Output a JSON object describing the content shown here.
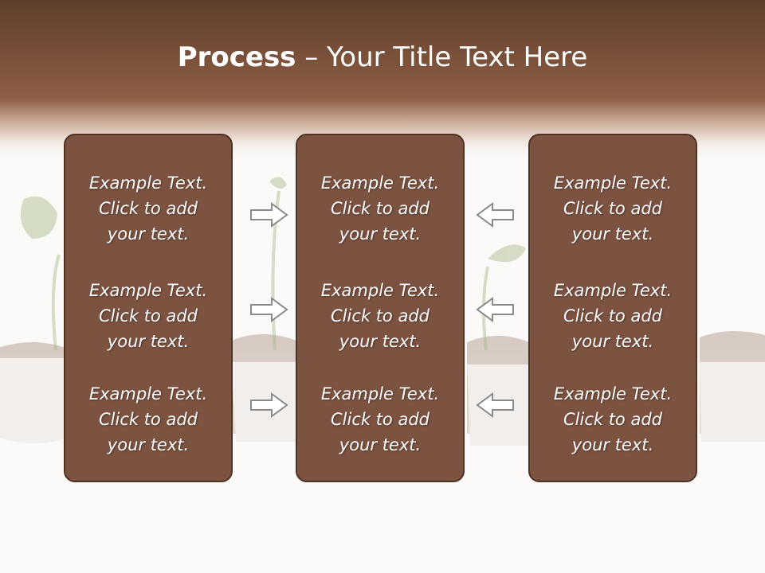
{
  "slide": {
    "title_bold": "Process",
    "title_rest": " – Your Title Text Here"
  },
  "columns": [
    {
      "blocks": [
        {
          "line1": "Example Text.",
          "line2": "Click  to add",
          "line3": "your text."
        },
        {
          "line1": "Example Text.",
          "line2": "Click  to add",
          "line3": "your text."
        },
        {
          "line1": "Example Text.",
          "line2": "Click  to add",
          "line3": "your text."
        }
      ]
    },
    {
      "blocks": [
        {
          "line1": "Example Text.",
          "line2": "Click  to add",
          "line3": "your text."
        },
        {
          "line1": "Example Text.",
          "line2": "Click  to add",
          "line3": "your text."
        },
        {
          "line1": "Example Text.",
          "line2": "Click  to add",
          "line3": "your text."
        }
      ]
    },
    {
      "blocks": [
        {
          "line1": "Example Text.",
          "line2": "Click  to add",
          "line3": "your text."
        },
        {
          "line1": "Example Text.",
          "line2": "Click  to add",
          "line3": "your text."
        },
        {
          "line1": "Example Text.",
          "line2": "Click  to add",
          "line3": "your text."
        }
      ]
    }
  ],
  "arrows": {
    "left_group_direction": "right",
    "right_group_direction": "left",
    "icon_name": "outline-arrow-icon"
  },
  "colors": {
    "header_dark": "#5e3f2c",
    "card_fill": "#7c5240",
    "card_border": "#4e3224",
    "arrow_fill": "#ffffff",
    "arrow_stroke": "#8a8a8a"
  }
}
